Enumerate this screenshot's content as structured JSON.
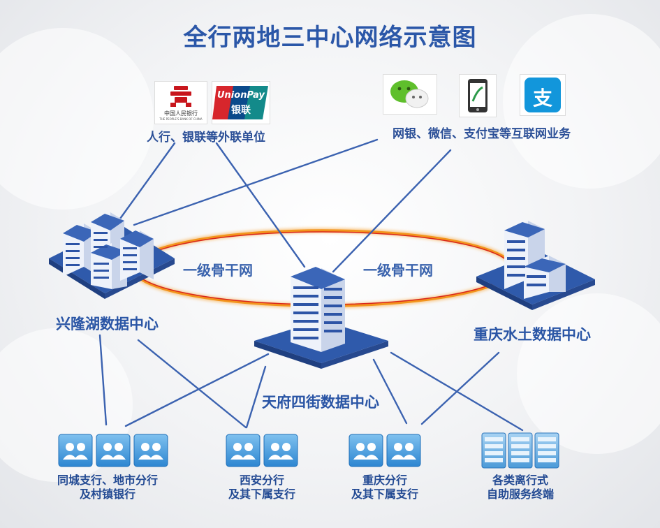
{
  "title": "全行两地三中心网络示意图",
  "backbone_label_left": "一级骨干网",
  "backbone_label_right": "一级骨干网",
  "data_centers": {
    "xinglonghu": "兴隆湖数据中心",
    "tianfu": "天府四街数据中心",
    "chongqing": "重庆水土数据中心"
  },
  "external": {
    "pbc_unionpay": "人行、银联等外联单位",
    "internet": "网银、微信、支付宝等互联网业务",
    "unionpay_logo_text": "UnionPay",
    "unionpay_logo_cn": "银联",
    "pbc_logo_text": "中国人民银行",
    "pbc_logo_en": "THE PEOPLE'S BANK OF CHINA",
    "alipay_glyph": "支"
  },
  "branches": {
    "local_line1": "同城支行、地市分行",
    "local_line2": "及村镇银行",
    "xian_line1": "西安分行",
    "xian_line2": "及其下属支行",
    "cq_line1": "重庆分行",
    "cq_line2": "及其下属支行",
    "self_line1": "各类离行式",
    "self_line2": "自助服务终端"
  },
  "colors": {
    "title": "#2b57a8",
    "link_line": "#3b62b0",
    "ring_outer": "#f2941c",
    "ring_inner": "#d9261c",
    "building": "#2d54a6"
  }
}
